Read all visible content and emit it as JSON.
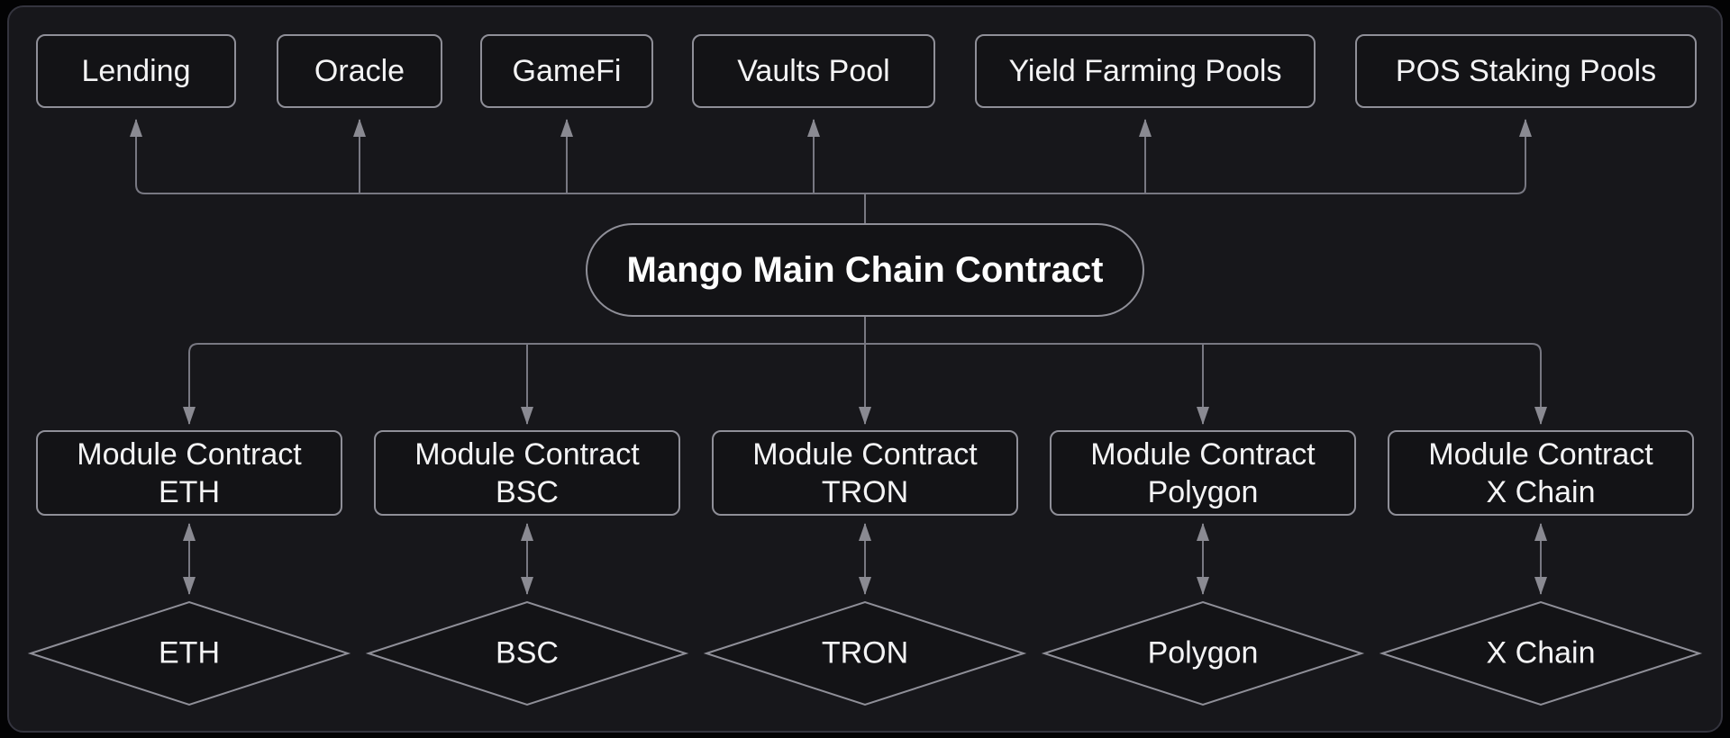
{
  "diagram": {
    "top_nodes": [
      {
        "label": "Lending"
      },
      {
        "label": "Oracle"
      },
      {
        "label": "GameFi"
      },
      {
        "label": "Vaults Pool"
      },
      {
        "label": "Yield Farming Pools"
      },
      {
        "label": "POS Staking Pools"
      }
    ],
    "main_node": {
      "label": "Mango Main Chain Contract"
    },
    "module_nodes": [
      {
        "line1": "Module Contract",
        "line2": "ETH"
      },
      {
        "line1": "Module Contract",
        "line2": "BSC"
      },
      {
        "line1": "Module Contract",
        "line2": "TRON"
      },
      {
        "line1": "Module Contract",
        "line2": "Polygon"
      },
      {
        "line1": "Module Contract",
        "line2": "X Chain"
      }
    ],
    "chain_nodes": [
      {
        "label": "ETH"
      },
      {
        "label": "BSC"
      },
      {
        "label": "TRON"
      },
      {
        "label": "Polygon"
      },
      {
        "label": "X Chain"
      }
    ],
    "colors": {
      "background": "#030304",
      "panel_fill": "#17171b",
      "panel_border": "#34343e",
      "node_fill": "#131316",
      "node_border": "#8f8f98",
      "connector_line": "#787882",
      "arrowhead": "#8a8a92",
      "text": "#f4f4f5",
      "main_text": "#ffffff"
    }
  }
}
